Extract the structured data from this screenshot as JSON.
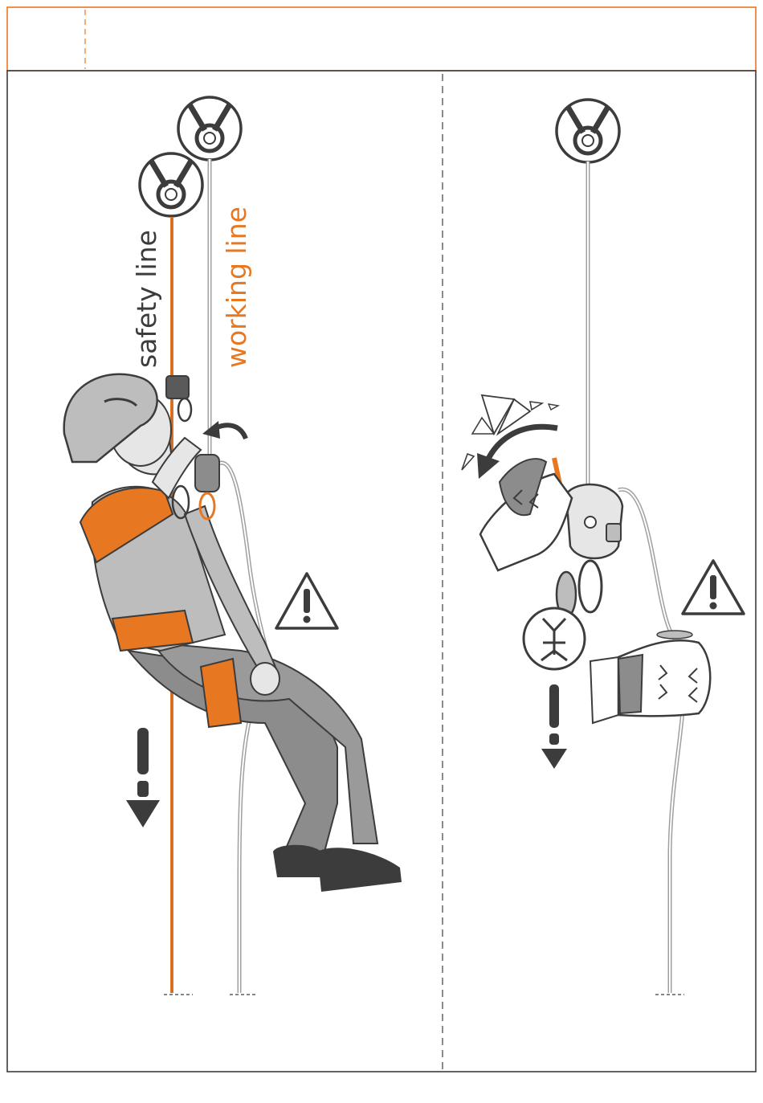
{
  "header": {
    "left_cell": "",
    "right_cell": ""
  },
  "labels": {
    "safety_line": "safety line",
    "working_line": "working line"
  },
  "colors": {
    "accent_orange": "#E87722",
    "dark_gray": "#3C3C3C",
    "mid_gray": "#8C8C8C",
    "light_gray": "#C8C8C8",
    "warning_fill": "#FFFFFF"
  },
  "icons": [
    "anchor-icon-safety",
    "anchor-icon-working",
    "anchor-icon-right",
    "warning-icon-left",
    "warning-icon-right",
    "harness-icon",
    "down-arrow-icon",
    "rotate-arrow-icon"
  ]
}
